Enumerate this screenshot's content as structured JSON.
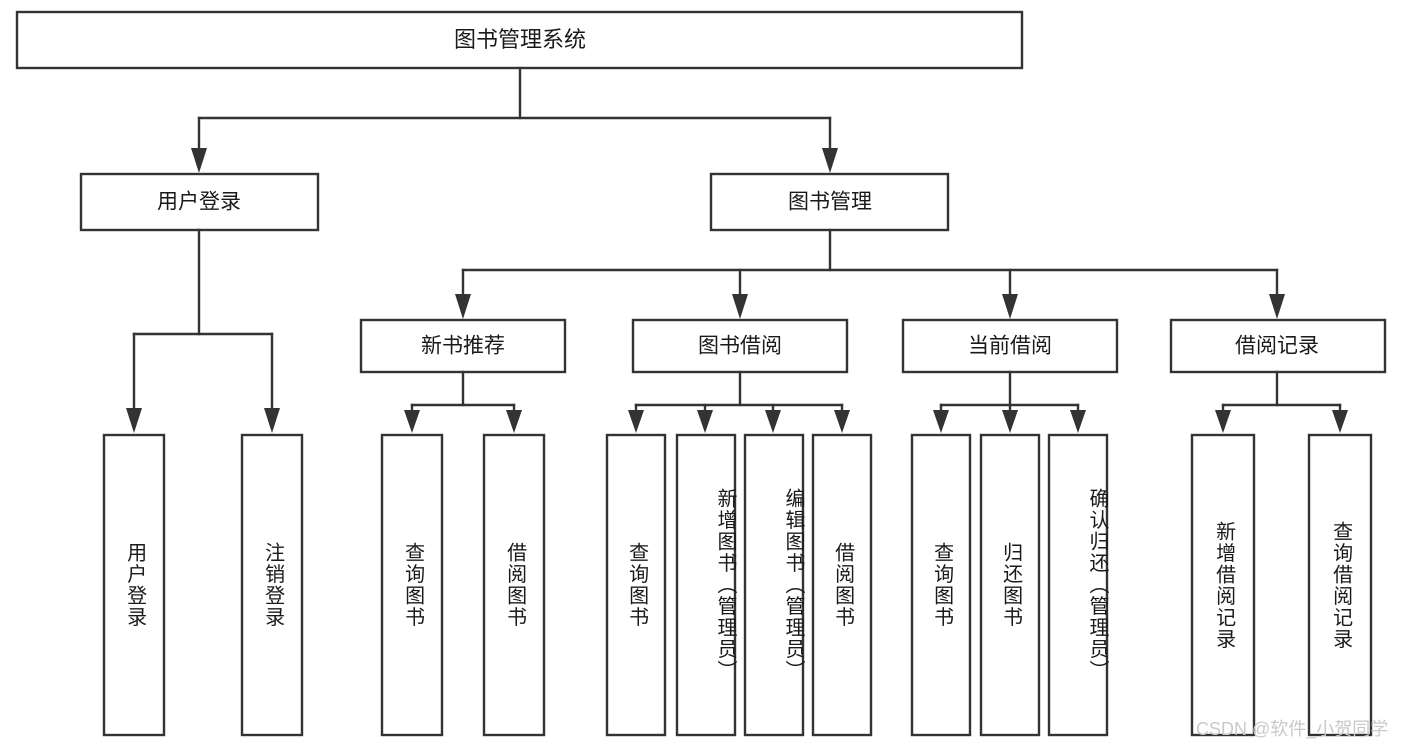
{
  "diagram": {
    "type": "hierarchy-tree",
    "title": "图书管理系统",
    "levels": 4,
    "colors": {
      "box_stroke": "#333333",
      "box_fill": "#ffffff",
      "text": "#1a1a1a",
      "connector": "#333333",
      "watermark": "#c9c9c9",
      "background": "#ffffff"
    },
    "root": {
      "label": "图书管理系统"
    },
    "level1": [
      {
        "label": "用户登录"
      },
      {
        "label": "图书管理"
      }
    ],
    "level2": [
      {
        "label": "新书推荐"
      },
      {
        "label": "图书借阅"
      },
      {
        "label": "当前借阅"
      },
      {
        "label": "借阅记录"
      }
    ],
    "leaves": {
      "user_login": [
        {
          "label": "用户登录"
        },
        {
          "label": "注销登录"
        }
      ],
      "new_book_recommend": [
        {
          "label": "查询图书"
        },
        {
          "label": "借阅图书"
        }
      ],
      "book_borrow": [
        {
          "label": "查询图书"
        },
        {
          "label": "新增图书（管理员）"
        },
        {
          "label": "编辑图书（管理员）"
        },
        {
          "label": "借阅图书"
        }
      ],
      "current_borrow": [
        {
          "label": "查询图书"
        },
        {
          "label": "归还图书"
        },
        {
          "label": "确认归还（管理员）"
        }
      ],
      "borrow_record": [
        {
          "label": "新增借阅记录"
        },
        {
          "label": "查询借阅记录"
        }
      ]
    }
  },
  "watermark": {
    "text": "CSDN @软件_小贺同学"
  }
}
